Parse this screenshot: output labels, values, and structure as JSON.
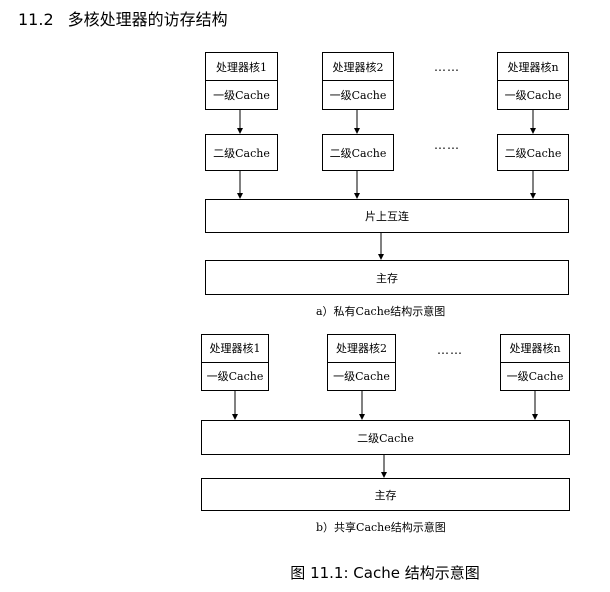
{
  "heading": {
    "number": "11.2",
    "title": "多核处理器的访存结构"
  },
  "diagram_a": {
    "cores": [
      {
        "name": "处理器核1",
        "l1": "一级Cache",
        "l2": "二级Cache"
      },
      {
        "name": "处理器核2",
        "l1": "一级Cache",
        "l2": "二级Cache"
      },
      {
        "name": "处理器核n",
        "l1": "一级Cache",
        "l2": "二级Cache"
      }
    ],
    "ellipsis_top": "……",
    "ellipsis_mid": "……",
    "interconnect": "片上互连",
    "memory": "主存",
    "caption": "a）私有Cache结构示意图"
  },
  "diagram_b": {
    "cores": [
      {
        "name": "处理器核1",
        "l1": "一级Cache"
      },
      {
        "name": "处理器核2",
        "l1": "一级Cache"
      },
      {
        "name": "处理器核n",
        "l1": "一级Cache"
      }
    ],
    "ellipsis": "……",
    "shared_l2": "二级Cache",
    "memory": "主存",
    "caption": "b）共享Cache结构示意图"
  },
  "figure_caption": "图 11.1: Cache 结构示意图"
}
